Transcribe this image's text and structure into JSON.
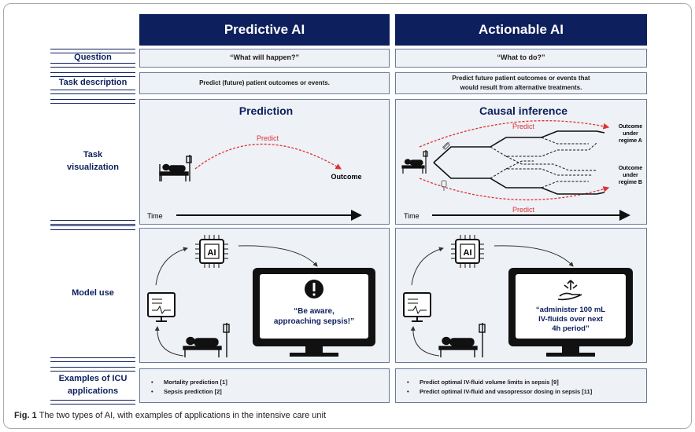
{
  "columns": {
    "predictive": "Predictive AI",
    "actionable": "Actionable AI"
  },
  "rows": {
    "question": "Question",
    "task_description": "Task description",
    "task_visualization": "Task visualization",
    "model_use": "Model use",
    "examples": "Examples of ICU applications"
  },
  "predictive": {
    "question": "“What will happen?”",
    "description": "Predict (future) patient outcomes or events.",
    "viz_title": "Prediction",
    "predict_label": "Predict",
    "outcome_label": "Outcome",
    "time_label": "Time",
    "ai_label": "AI",
    "monitor_text": "“Be aware, approaching sepsis!”",
    "examples": [
      "Mortality prediction [1]",
      "Sepsis prediction [2]"
    ]
  },
  "actionable": {
    "question": "“What to do?”",
    "description": "Predict future patient outcomes or events that would result from alternative treatments.",
    "viz_title": "Causal inference",
    "predict_label_top": "Predict",
    "predict_label_bottom": "Predict",
    "outcome_a": "Outcome under regime A",
    "outcome_b": "Outcome under regime B",
    "time_label": "Time",
    "ai_label": "AI",
    "monitor_text": "“administer 100 mL IV-fluids over next 4h period”",
    "examples": [
      "Predict optimal IV-fluid volume limits in sepsis [9]",
      "Predict optimal IV-fluid and vasopressor dosing in sepsis [11]"
    ]
  },
  "caption": {
    "label": "Fig. 1",
    "text": "The two types of AI, with examples of applications in the intensive care unit"
  }
}
